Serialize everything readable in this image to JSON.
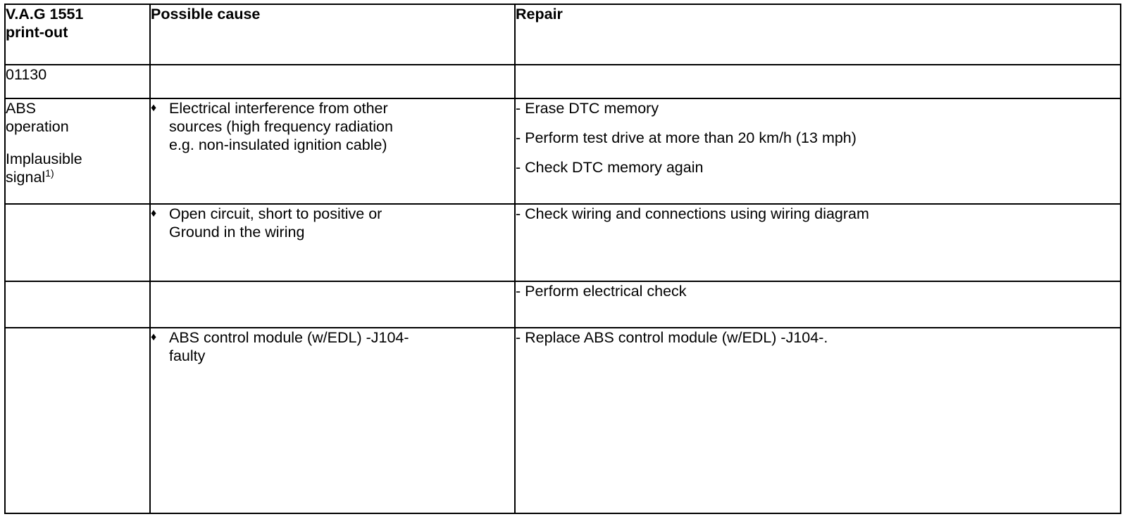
{
  "header": {
    "col1_line1": "V.A.G 1551",
    "col1_line2": "print-out",
    "col2": "Possible cause",
    "col3": "Repair"
  },
  "code_row": {
    "code": "01130"
  },
  "abs_row": {
    "name_line1": "ABS",
    "name_line2": "operation",
    "name_line3": "Implausible",
    "name_line4": "signal",
    "footnote": "1)",
    "cause_line1": "Electrical interference from other",
    "cause_line2": "sources (high frequency radiation",
    "cause_line3": "e.g. non-insulated ignition cable)",
    "repair_1": "- Erase DTC memory",
    "repair_2": "- Perform test drive at more than 20 km/h (13 mph)",
    "repair_3": "- Check DTC memory again"
  },
  "open_row": {
    "cause_line1": "Open circuit, short to positive or",
    "cause_line2": "Ground in the wiring",
    "repair_1": "- Check wiring and connections using wiring diagram"
  },
  "elec_row": {
    "repair_1": "- Perform electrical check"
  },
  "module_row": {
    "cause_line1": "ABS control module (w/EDL) -J104-",
    "cause_line2": "faulty",
    "repair_1": "- Replace ABS control module (w/EDL) -J104-."
  },
  "bullet_glyph": "♦"
}
